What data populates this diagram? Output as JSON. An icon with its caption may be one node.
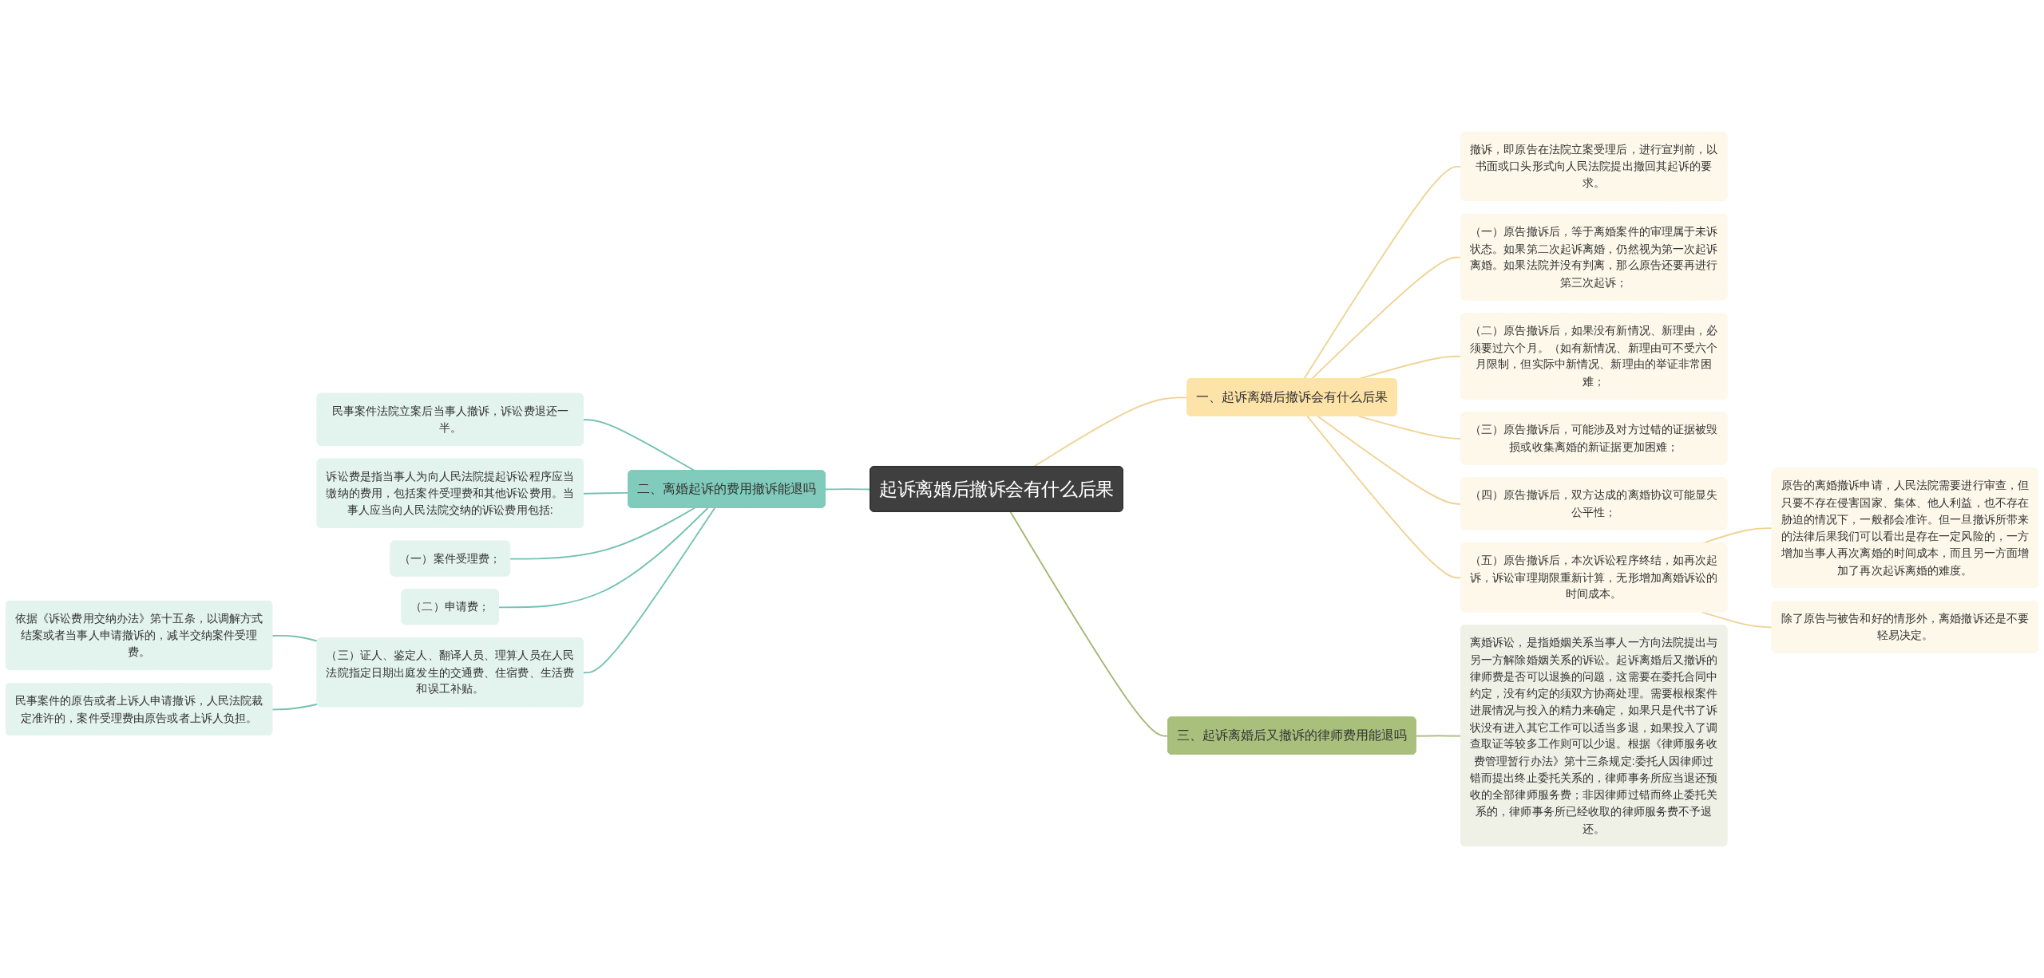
{
  "diagram": {
    "nodes": [
      {
        "text": [
          "起诉离婚后撤诉会有什么后果"
        ]
      },
      {
        "text": [
          "一、起诉离婚后撤诉会有什么后果"
        ]
      },
      {
        "text": [
          "撤诉，即原告在法院立案受理后，进行宣判前，以书面或口头形式向人民法院提出撤回其起诉的要求。"
        ]
      },
      {
        "text": [
          "（一）原告撤诉后，等于离婚案件的审理属于未诉状态。如果第二次起诉离婚，仍然视为第一次起诉离婚。如果法院并没有判离，那么原告还要再进行第三次起诉；"
        ]
      },
      {
        "text": [
          "（二）原告撤诉后，如果没有新情况、新理由，必须要过六个月。（如有新情况、新理由可不受六个月限制，但实际中新情况、新理由的举证非常困难；"
        ]
      },
      {
        "text": [
          "（三）原告撤诉后，可能涉及对方过错的证据被毁损或收集离婚的新证据更加困难；"
        ]
      },
      {
        "text": [
          "（四）原告撤诉后，双方达成的离婚协议可能显失公平性；"
        ]
      },
      {
        "text": [
          "（五）原告撤诉后，本次诉讼程序终结，如再次起诉，诉讼审理期限重新计算，无形增加离婚诉讼的时间成本。"
        ]
      },
      {
        "text": [
          "原告的离婚撤诉申请，人民法院需要进行审查，但只要不存在侵害国家、集体、他人利益，也不存在胁迫的情况下，一般都会准许。但一旦撤诉所带来的法律后果我们可以看出是存在一定风险的，一方增加当事人再次离婚的时间成本，而且另一方面增加了再次起诉离婚的难度。"
        ]
      },
      {
        "text": [
          "除了原告与被告和好的情形外，离婚撤诉还是不要轻易决定。"
        ]
      },
      {
        "text": [
          "二、离婚起诉的费用撤诉能退吗"
        ]
      },
      {
        "text": [
          "民事案件法院立案后当事人撤诉，诉讼费退还一半。"
        ]
      },
      {
        "text": [
          "诉讼费是指当事人为向人民法院提起诉讼程序应当缴纳的费用，包括案件受理费和其他诉讼费用。当事人应当向人民法院交纳的诉讼费用包括:"
        ]
      },
      {
        "text": [
          "（一）案件受理费；"
        ]
      },
      {
        "text": [
          "（二）申请费；"
        ]
      },
      {
        "text": [
          "（三）证人、鉴定人、翻译人员、理算人员在人民法院指定日期出庭发生的交通费、住宿费、生活费和误工补贴。"
        ]
      },
      {
        "text": [
          "依据《诉讼费用交纳办法》第十五条，以调解方式结案或者当事人申请撤诉的，减半交纳案件受理费。"
        ]
      },
      {
        "text": [
          "民事案件的原告或者上诉人申请撤诉，人民法院裁定准许的，案件受理费由原告或者上诉人负担。"
        ]
      },
      {
        "text": [
          "三、起诉离婚后又撤诉的律师费用能退吗"
        ]
      },
      {
        "text": [
          "离婚诉讼，是指婚姻关系当事人一方向法院提出与另一方解除婚姻关系的诉讼。起诉离婚后又撤诉的律师费是否可以退换的问题，这需要在委托合同中约定，没有约定的须双方协商处理。需要根根案件进展情况与投入的精力来确定，如果只是代书了诉状没有进入其它工作可以适当多退，如果投入了调查取证等较多工作则可以少退。根据《律师服务收费管理暂行办法》第十三条规定:委托人因律师过错而提出终止委托关系的，律师事务所应当退还预收的全部律师服务费；非因律师过错而终止委托关系的，律师事务所已经收取的律师服务费不予退还。"
        ]
      }
    ],
    "edges": [
      {
        "from": 0,
        "to": 1,
        "arrow": "none"
      },
      {
        "from": 1,
        "to": 2,
        "arrow": "none"
      },
      {
        "from": 1,
        "to": 3,
        "arrow": "none"
      },
      {
        "from": 1,
        "to": 4,
        "arrow": "none"
      },
      {
        "from": 1,
        "to": 5,
        "arrow": "none"
      },
      {
        "from": 1,
        "to": 6,
        "arrow": "none"
      },
      {
        "from": 1,
        "to": 7,
        "arrow": "none"
      },
      {
        "from": 7,
        "to": 8,
        "arrow": "none"
      },
      {
        "from": 7,
        "to": 9,
        "arrow": "none"
      },
      {
        "from": 0,
        "to": 10,
        "arrow": "none",
        "color": "#74c2b1"
      },
      {
        "from": 10,
        "to": 11,
        "arrow": "none",
        "color": "#74c2b1"
      },
      {
        "from": 10,
        "to": 12,
        "arrow": "none",
        "color": "#74c2b1"
      },
      {
        "from": 10,
        "to": 13,
        "arrow": "none",
        "color": "#74c2b1"
      },
      {
        "from": 10,
        "to": 14,
        "arrow": "none",
        "color": "#74c2b1"
      },
      {
        "from": 10,
        "to": 15,
        "arrow": "none",
        "color": "#74c2b1"
      },
      {
        "from": 15,
        "to": 16,
        "arrow": "none",
        "color": "#74c2b1"
      },
      {
        "from": 15,
        "to": 17,
        "arrow": "none",
        "color": "#74c2b1"
      },
      {
        "from": 0,
        "to": 18,
        "arrow": "none",
        "color": "#a3b873"
      },
      {
        "from": 18,
        "to": 19,
        "arrow": "none",
        "color": "#a3b873"
      }
    ]
  }
}
